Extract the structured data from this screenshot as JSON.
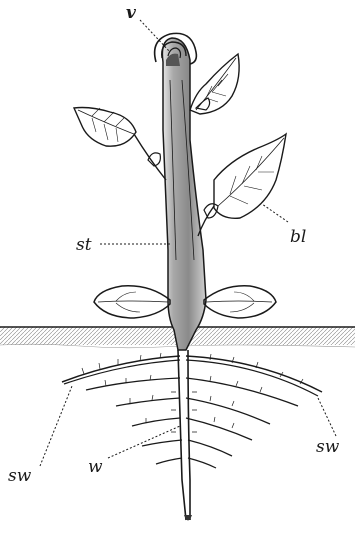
{
  "labels": {
    "v": "v",
    "bl": "bl",
    "st": "st",
    "w": "w",
    "sw_left": "sw",
    "sw_right": "sw"
  },
  "colors": {
    "ink": "#1a1a1a",
    "stem_shade": "#9a9a9a",
    "background": "#ffffff"
  }
}
